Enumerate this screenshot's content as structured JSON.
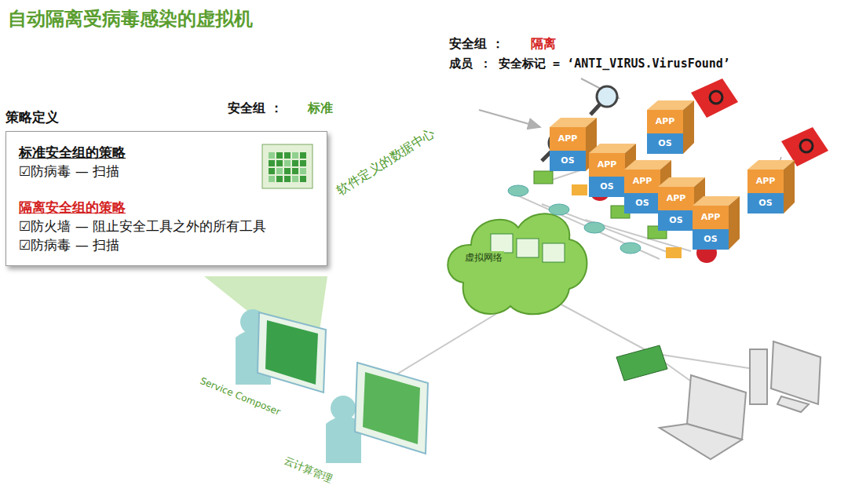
{
  "diagram": {
    "title": "自动隔离受病毒感染的虚拟机",
    "nodes": [
      {
        "text": [
          "标准安全组的策略",
          "☑防病毒 — 扫描",
          "隔离安全组的策略",
          "☑防火墙 — 阻止安全工具之外的所有工具",
          "☑防病毒 — 扫描"
        ]
      },
      {
        "text": [
          "APP",
          "OS"
        ]
      },
      {
        "text": [
          "APP",
          "OS"
        ]
      },
      {
        "text": [
          "APP",
          "OS"
        ]
      },
      {
        "text": [
          "APP",
          "OS"
        ]
      },
      {
        "text": [
          "APP",
          "OS"
        ]
      },
      {
        "text": [
          "APP",
          "OS"
        ]
      },
      {
        "text": [
          "APP",
          "OS"
        ]
      },
      {
        "text": [
          "虚拟网络"
        ]
      }
    ],
    "labels": [
      "策略定义",
      "安全组 ：",
      "标准",
      "安全组 ：",
      "隔离",
      "成员 ： 安全标记 = ‘ANTI_VIRUS.VirusFound’",
      "软件定义的数据中心",
      "Service Composer",
      "云计算管理"
    ]
  }
}
